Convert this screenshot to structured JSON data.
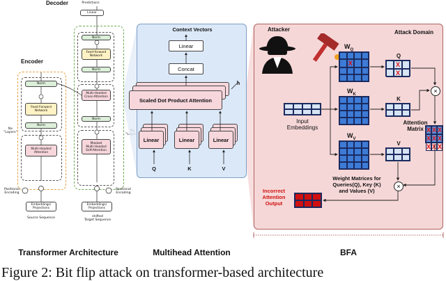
{
  "encoder": {
    "title": "Encoder",
    "nx": "Nx\n\"Layers\"",
    "norm_top": "Norm",
    "ffn": "Feed Forward\nNetwork",
    "norm_mid": "Norm",
    "mha": "Multi-Headed\nAttention",
    "pos_enc": "Positional\nEncoding",
    "emb": "Embeddings/\nProjections",
    "source": "Source Sequence"
  },
  "decoder": {
    "title": "Decoder",
    "predictions": "Predictions",
    "linear": "Linear",
    "norm1": "Norm",
    "ffn": "Feed-forward\nNetwork",
    "norm2": "Norm",
    "cross": "Multi-Headed\nCross-Attention",
    "norm3": "Norm",
    "masked": "Masked\nMulti-Headed\nSelf-Attention",
    "nx": "Nx\n\"Layers\"",
    "pos_enc": "Positional\nEncoding",
    "emb": "Embeddings/\nProjections",
    "target": "shifted\nTarget Sequence"
  },
  "mha": {
    "context": "Context Vectors",
    "linear_top": "Linear",
    "concat": "Concat",
    "sdpa": "Scaled Dot Product Attention",
    "h": "h",
    "linear": "Linear",
    "q": "Q",
    "k": "K",
    "v": "V"
  },
  "bfa": {
    "attacker": "Attacker",
    "domain": "Attack Domain",
    "wq": "W",
    "wq_sub": "Q",
    "wk": "W",
    "wk_sub": "K",
    "wv": "W",
    "wv_sub": "V",
    "q": "Q",
    "k": "K",
    "v": "V",
    "input": "Input\nEmbeddings",
    "att_matrix": "Attention\nMatrix",
    "weights_caption": "Weight Matrices for\nQueries(Q), Key (K)\nand Values (V)",
    "incorrect": "Incorrect\nAttention\nOutput",
    "x_mark": "X",
    "times": "×"
  },
  "section_labels": {
    "left": "Transformer Architecture",
    "mid": "Multihead Attention",
    "right": "BFA"
  },
  "caption": "Figure 2: Bit flip attack on transformer-based architecture"
}
